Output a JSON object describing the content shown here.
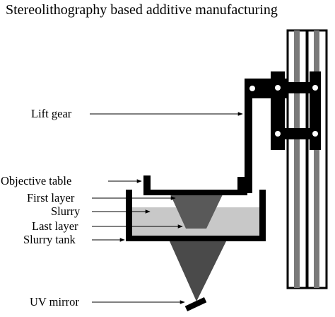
{
  "title": "Stereolithography based additive manufacturing",
  "labels": {
    "lift_gear": "Lift gear",
    "objective_table": "Objective table",
    "first_layer": "First layer",
    "slurry": "Slurry",
    "last_layer": "Last layer",
    "slurry_tank": "Slurry tank",
    "uv_mirror": "UV mirror"
  },
  "colors": {
    "ink": "#000000",
    "slurry": "#c8c8c8",
    "part": "#595959",
    "rail_gray": "#7a7a7a",
    "beam": "#4a4a4a"
  }
}
